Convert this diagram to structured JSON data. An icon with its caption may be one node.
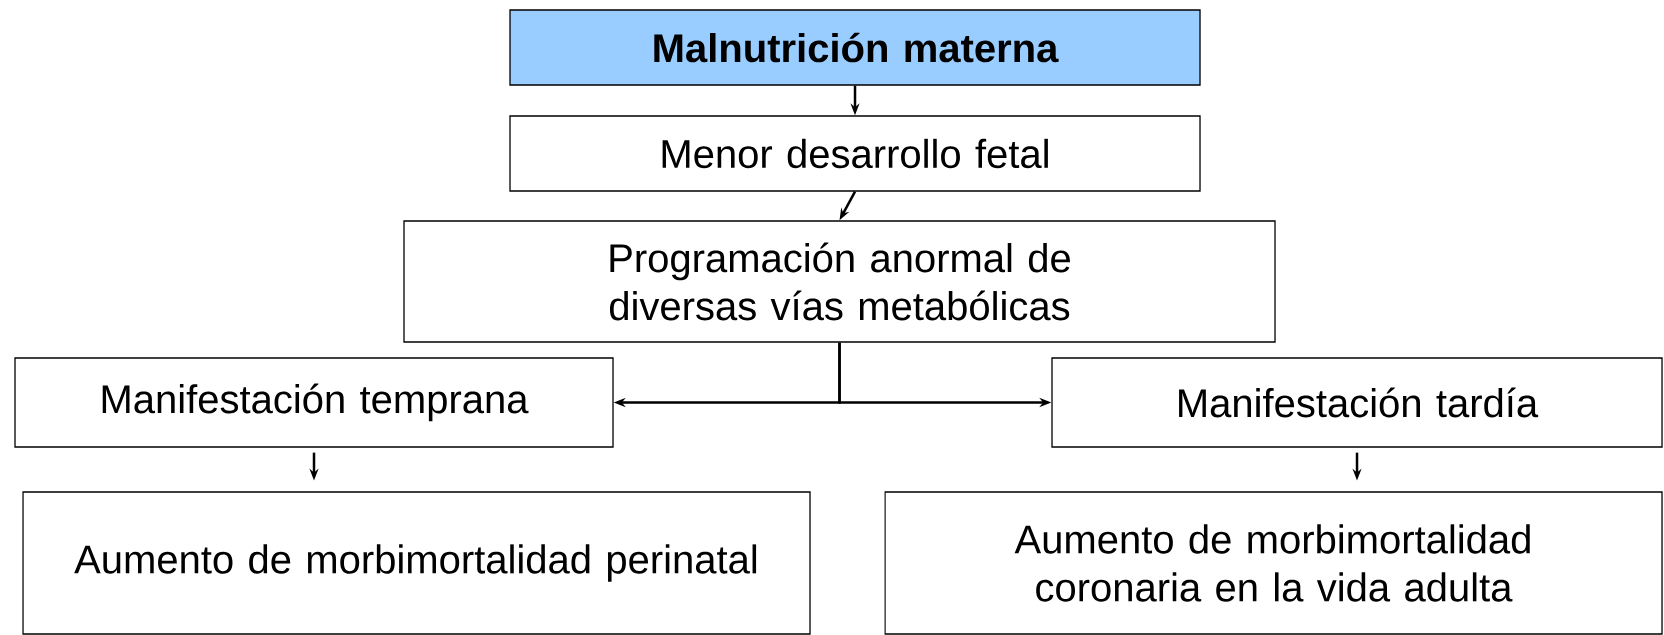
{
  "diagram": {
    "nodes": [
      {
        "text": [
          "Malnutrición materna"
        ]
      },
      {
        "text": [
          "Menor desarrollo fetal"
        ]
      },
      {
        "text": [
          "Programación anormal de diversas vías metabólicas"
        ]
      },
      {
        "text": [
          "Manifestación temprana"
        ]
      },
      {
        "text": [
          "Manifestación tardía"
        ]
      },
      {
        "text": [
          "Aumento de morbimortalidad perinatal"
        ]
      },
      {
        "text": [
          "Aumento de morbimortalidad coronaria en la vida adulta"
        ]
      }
    ],
    "edges": [
      {
        "from": 0,
        "to": 1,
        "arrow": "to"
      },
      {
        "from": 1,
        "to": 2,
        "arrow": "to"
      },
      {
        "from": 2,
        "to": 3,
        "arrow": "to"
      },
      {
        "from": 2,
        "to": 4,
        "arrow": "to"
      },
      {
        "from": 3,
        "to": 5,
        "arrow": "to"
      },
      {
        "from": 4,
        "to": 6,
        "arrow": "to"
      }
    ]
  }
}
